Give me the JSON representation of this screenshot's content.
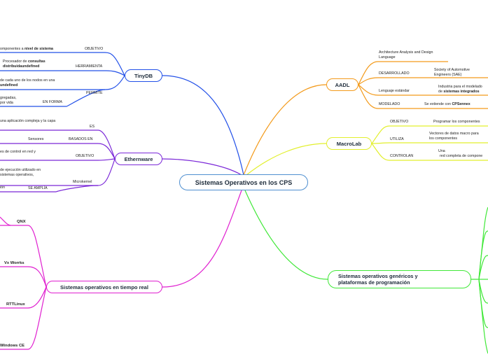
{
  "central": "Sistemas Operativos en los CPS",
  "colors": {
    "tinydb": "#2250e8",
    "ethernware": "#7b28d8",
    "rtos": "#e020d0",
    "aadl": "#f39a1a",
    "macrolab": "#e2ef2c",
    "genericos": "#40e838",
    "central_border": "#4f8fd0"
  },
  "tinydb": {
    "title": "TinyDB",
    "objetivo": {
      "label": "OBJETIVO",
      "text_a": "omponentes a ",
      "text_b": "nivel de sistema"
    },
    "herramienta": {
      "label": "HERRAMIENTA",
      "line1_a": "Procesador de ",
      "line1_b": "consultas",
      "line2": "distribuidaundefined"
    },
    "permite": {
      "label": "PERMITE",
      "line1": "de cada uno de los nodos en una",
      "line2": "undefined"
    },
    "en_forma": {
      "label": "EN FORMA",
      "line1": "gregadas,",
      "line2": "por vida"
    }
  },
  "ethernware": {
    "title": "Ethernware",
    "es": {
      "label": "ES",
      "text": "una aplicación compleja y la capa"
    },
    "basados_en": {
      "label": "BASADOS EN",
      "text": "Sensores"
    },
    "objetivo": {
      "label": "OBJETIVO",
      "text": "es de control en red y"
    },
    "microkernel": {
      "label": "Microkernel",
      "line1": "de ejecución utilizado en",
      "line2": "sistemas operativos,"
    },
    "se_amplia": {
      "label": "SE AMPLÍA",
      "text": "ión"
    }
  },
  "rtos": {
    "title": "Sistemas operativos en tiempo real",
    "items": [
      "QNX",
      "Vx Worrks",
      "RTTLinux",
      "Windows CE"
    ]
  },
  "aadl": {
    "title": "AADL",
    "item1": "Architecture Analysis and Design Language",
    "desarrollado": {
      "label": "DESARROLLADO",
      "line1": "Society of Automotive",
      "line2": "Engineers (SAE)"
    },
    "lenguaje": {
      "label": "Lenguaje estándar",
      "line1": "Industria para el modelado",
      "line2_a": "de ",
      "line2_b": "sistemas integrados"
    },
    "modelado": {
      "label": "MODELADO",
      "text_a": "Se extiende con ",
      "text_b": "CPSennex"
    }
  },
  "macrolab": {
    "title": "MacroLab",
    "objetivo": {
      "label": "OBJETIVO",
      "text": "Programar los componentes"
    },
    "utiliza": {
      "label": "UTILIZA",
      "line1": "Vectores de datos macro para",
      "line2": "los componentes"
    },
    "controlan": {
      "label": "CONTROLAN",
      "line1": "Una",
      "line2": "red completa de compone"
    }
  },
  "genericos": {
    "title_line1": "Sistemas operativos genéricos y",
    "title_line2": "plataformas de programación"
  }
}
